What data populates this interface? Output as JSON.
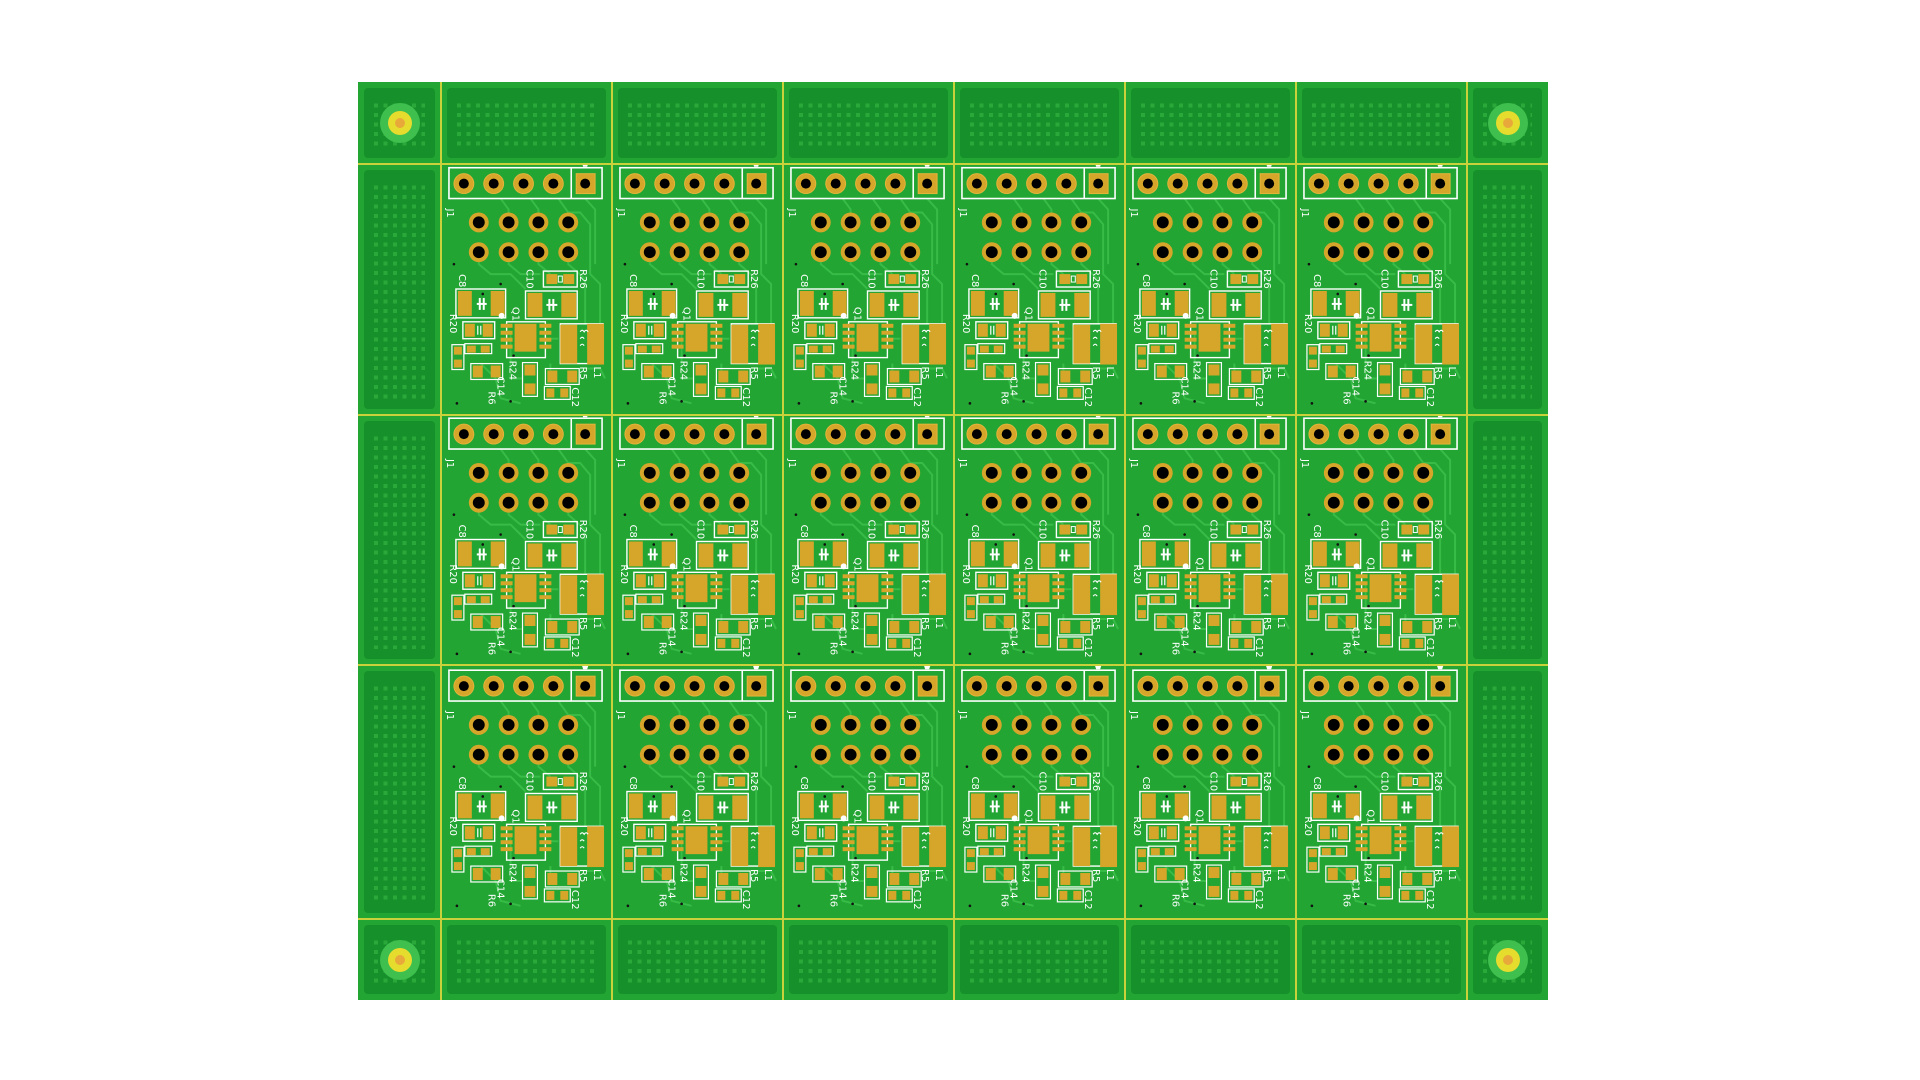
{
  "board": {
    "description": "PCB panel array (6 columns x 3 rows of identical boards) with breakaway rails",
    "columns": 6,
    "rows": 3,
    "colors": {
      "soldermask": "#22a533",
      "copper_pour": "#16902a",
      "trace": "#3cc04b",
      "divider": "#c9d23a",
      "pad": "#d6a62a",
      "pad_ring": "#e3b53a",
      "drill": "#000000",
      "silkscreen": "#ffffff",
      "fiducial_outer": "#3fbf4e",
      "fiducial_inner": "#e6dc2e",
      "fiducial_center": "#e8a93a"
    },
    "mounting_holes": [
      "top-left",
      "top-right",
      "bottom-left",
      "bottom-right"
    ]
  },
  "panel": {
    "labels": {
      "j1": "J1",
      "r26": "R26",
      "c10": "C10",
      "c8": "C8",
      "q1": "Q1",
      "r20": "R20",
      "l1": "L1",
      "r5": "R5",
      "r24": "R24",
      "c14": "C14",
      "r6": "R6",
      "c12": "C12"
    },
    "connector_pins": 5,
    "through_holes_grid": "4x2"
  }
}
